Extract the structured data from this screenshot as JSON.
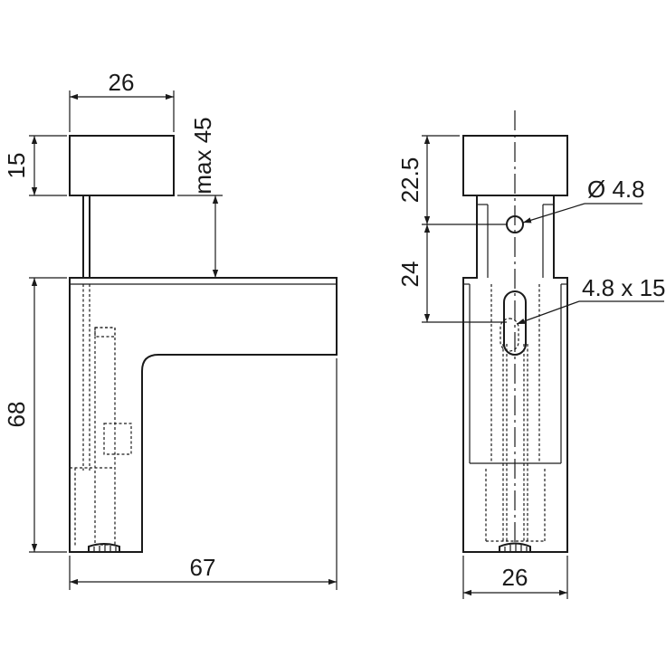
{
  "side_view": {
    "dims": {
      "top_width": "26",
      "top_height": "15",
      "max_gap": "max 45",
      "body_height": "68",
      "body_width": "67"
    }
  },
  "front_view": {
    "dims": {
      "top_height": "22.5",
      "mid_height": "24",
      "hole_diameter": "Ø 4.8",
      "slot_size": "4.8 x 15",
      "body_width": "26"
    }
  }
}
